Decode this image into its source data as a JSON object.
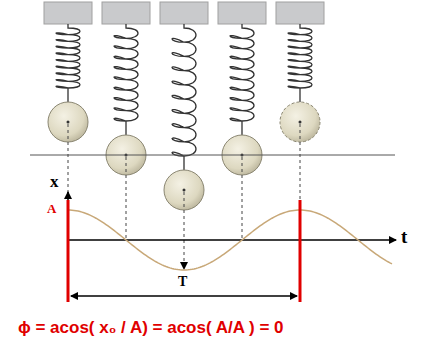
{
  "diagram": {
    "labels": [
      "x",
      "A",
      "t",
      "T",
      "ϕ = acos( x₀ / A) = acos( A/A ) = 0"
    ]
  }
}
